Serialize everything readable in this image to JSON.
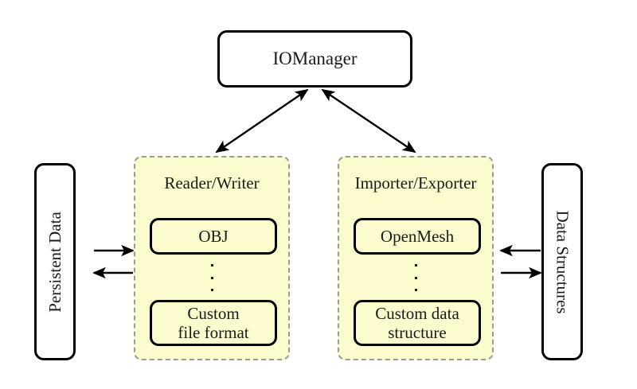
{
  "diagram": {
    "title_node": {
      "label": "IOManager"
    },
    "left_endpoint": {
      "label": "Persistent Data"
    },
    "right_endpoint": {
      "label": "Data Structures"
    },
    "groups": [
      {
        "id": "reader-writer",
        "title": "Reader/Writer",
        "items": [
          {
            "label": "OBJ"
          },
          {
            "label": "Custom\nfile format"
          }
        ],
        "ellipsis": "⋮"
      },
      {
        "id": "importer-exporter",
        "title": "Importer/Exporter",
        "items": [
          {
            "label": "OpenMesh"
          },
          {
            "label": "Custom data\nstructure"
          }
        ],
        "ellipsis": "⋮"
      }
    ],
    "colors": {
      "group_fill": "#fbfbcd",
      "group_border": "#9a9a9a",
      "node_border": "#000000",
      "node_fill": "#ffffff",
      "text": "#1a1a1a",
      "background": "#ffffff"
    },
    "connections": [
      {
        "name": "iomanager-to-reader-writer",
        "style": "double-headed"
      },
      {
        "name": "iomanager-to-importer-exporter",
        "style": "double-headed"
      },
      {
        "name": "persistent-data-to-reader-writer",
        "style": "single-headed-right"
      },
      {
        "name": "reader-writer-to-persistent-data",
        "style": "single-headed-left"
      },
      {
        "name": "data-structures-to-importer-exporter",
        "style": "single-headed-left"
      },
      {
        "name": "importer-exporter-to-data-structures",
        "style": "single-headed-right"
      }
    ]
  }
}
